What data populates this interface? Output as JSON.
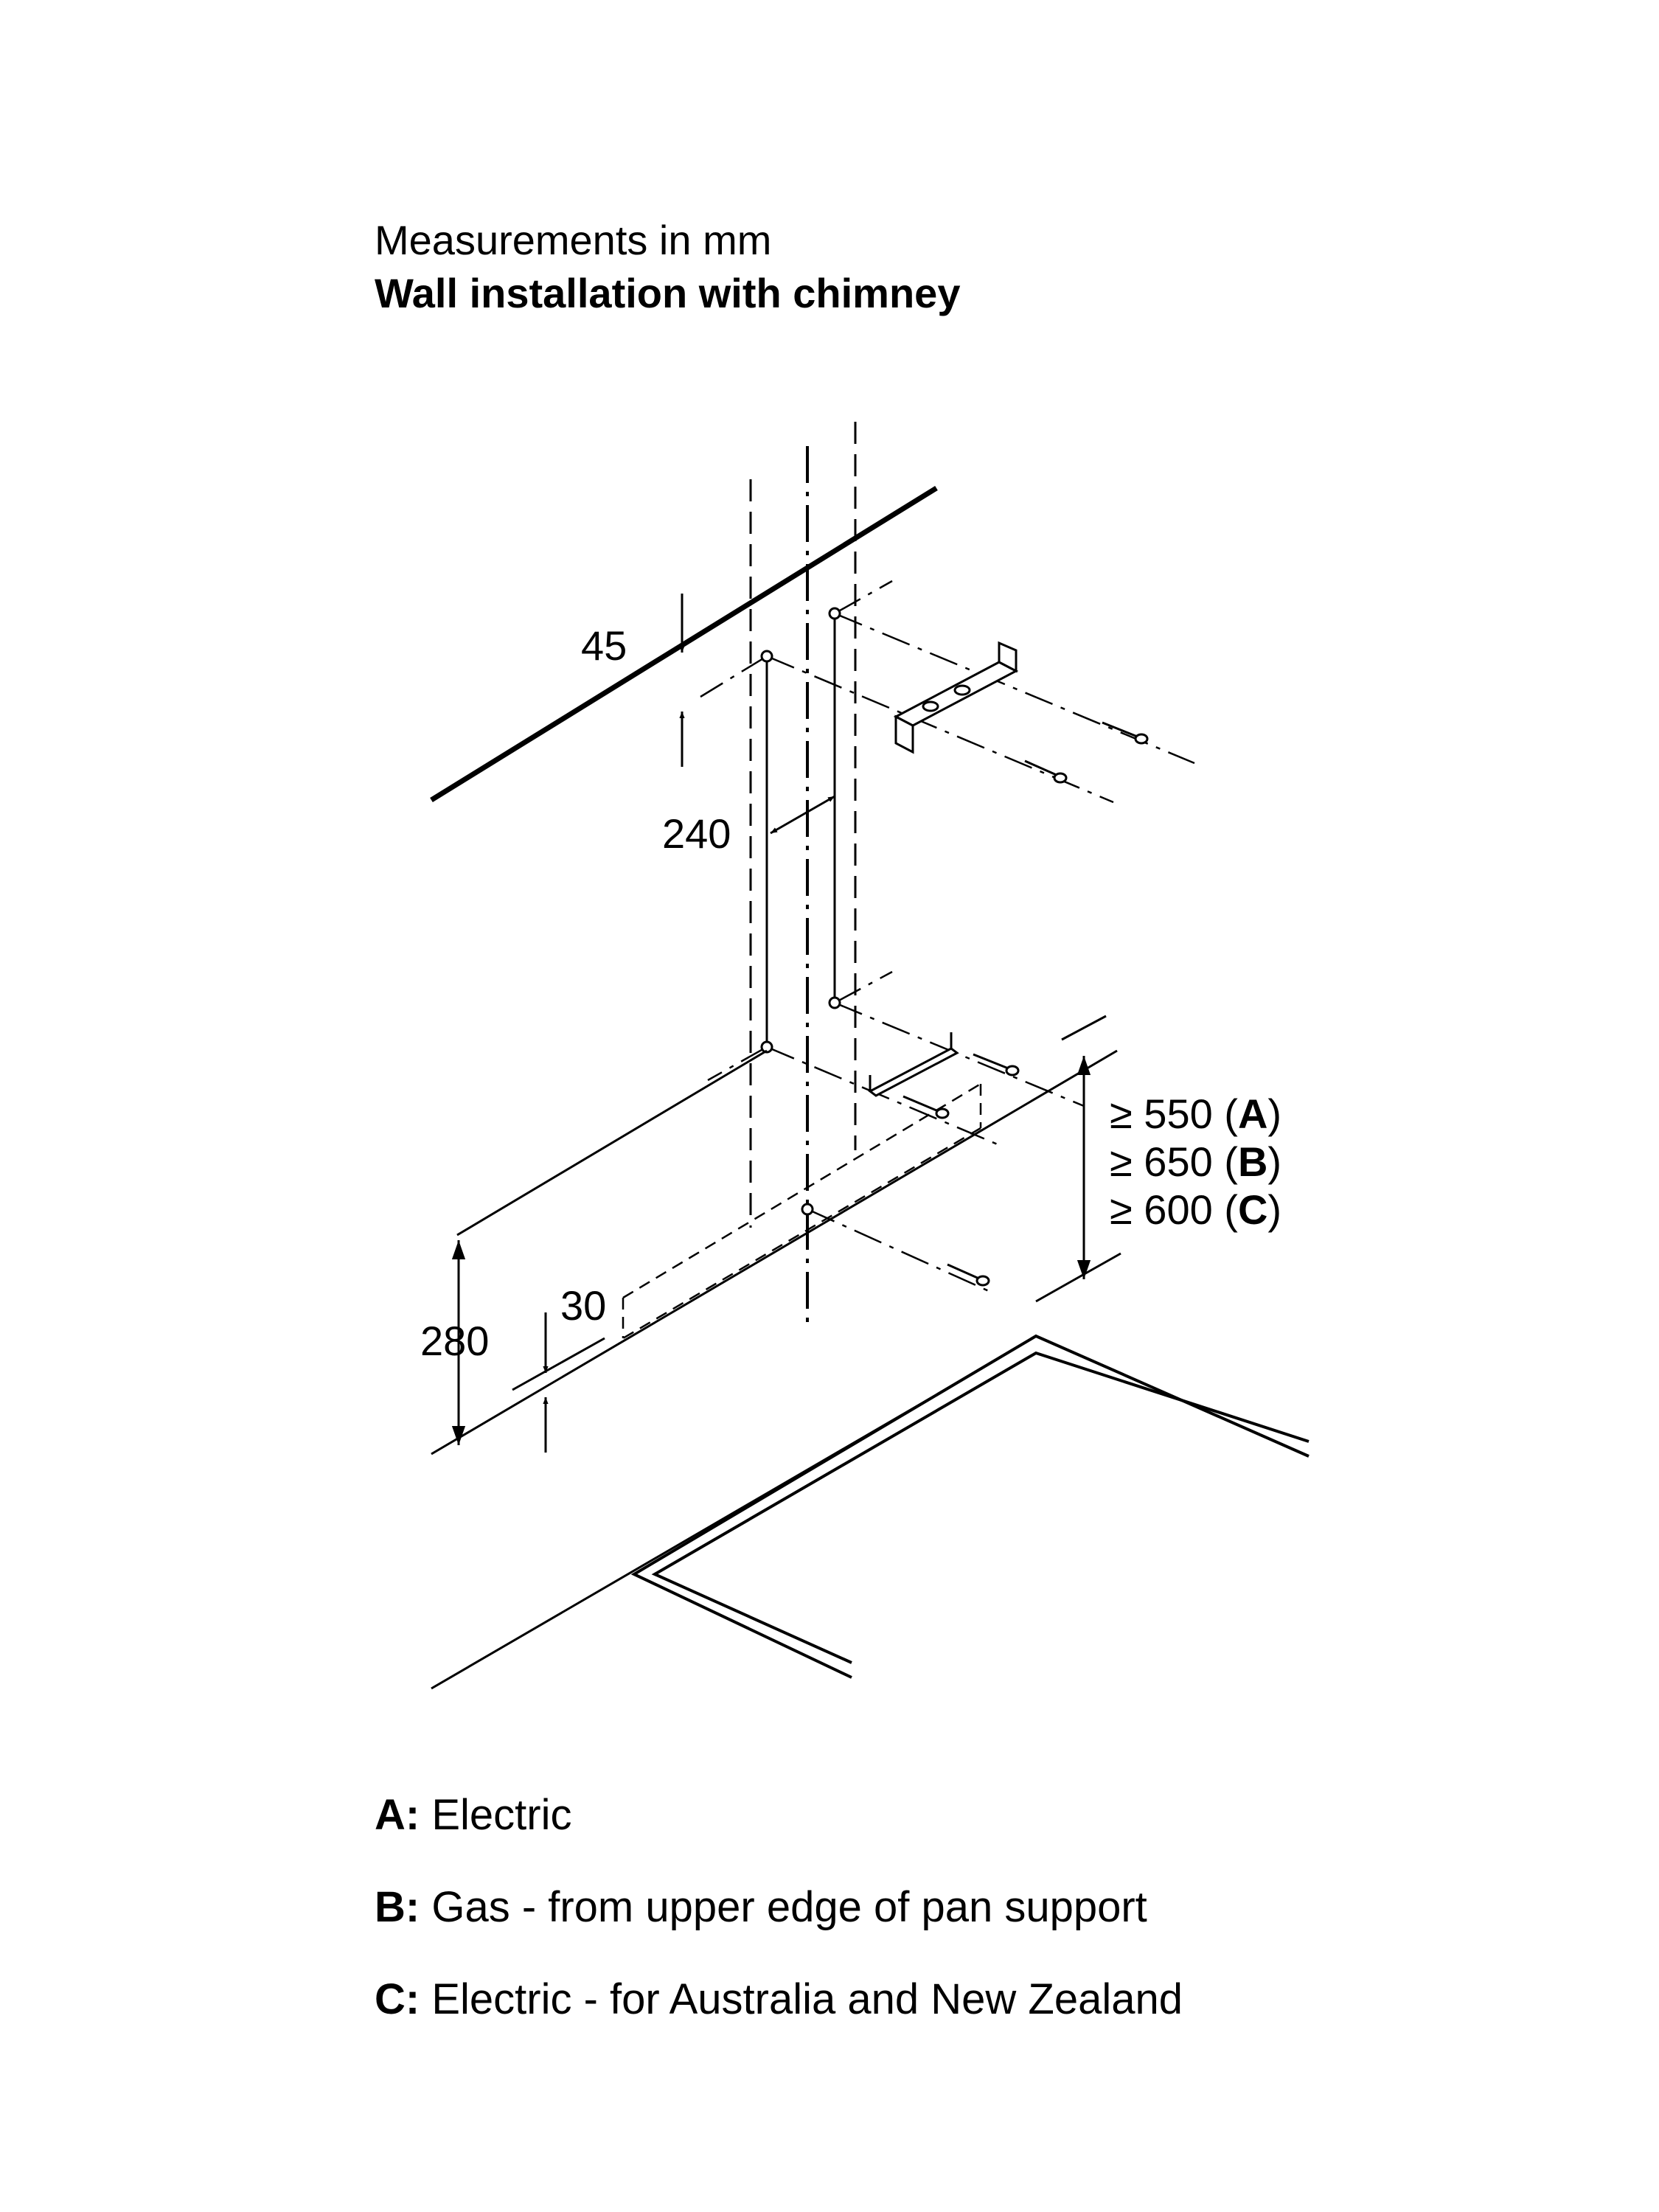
{
  "header": {
    "units": "Measurements in mm",
    "title": "Wall installation with chimney"
  },
  "dimensions": {
    "d45": "45",
    "d240": "240",
    "d280": "280",
    "d30": "30"
  },
  "clearances": [
    {
      "prefix": "≥ 550 (",
      "key": "A",
      "suffix": ")"
    },
    {
      "prefix": "≥ 650 (",
      "key": "B",
      "suffix": ")"
    },
    {
      "prefix": "≥ 600 (",
      "key": "C",
      "suffix": ")"
    }
  ],
  "legend": [
    {
      "key": "A:",
      "text": "Electric"
    },
    {
      "key": "B:",
      "text": "Gas - from upper edge of pan support"
    },
    {
      "key": "C:",
      "text": "Electric - for Australia and New Zealand"
    }
  ]
}
